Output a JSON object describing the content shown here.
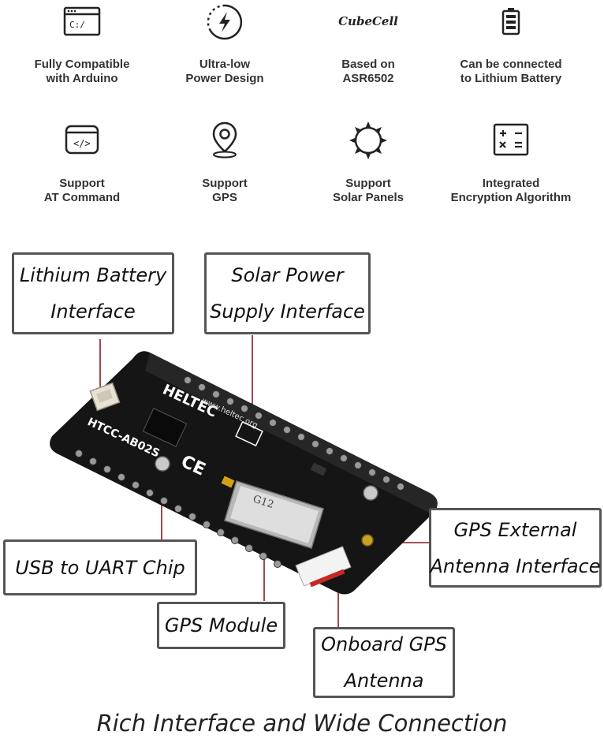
{
  "features": [
    {
      "icon": "terminal-window-icon",
      "icon_text": "C:/",
      "label": "Fully Compatible\nwith Arduino"
    },
    {
      "icon": "lightning-power-icon",
      "label": "Ultra-low\nPower Design"
    },
    {
      "icon": "cubecell-logo-icon",
      "logo_text": "CubeCell",
      "label": "Based on\nASR6502"
    },
    {
      "icon": "battery-icon",
      "label": "Can be connected\nto Lithium Battery"
    },
    {
      "icon": "code-window-icon",
      "icon_text": "</>",
      "label": "Support\nAT Command"
    },
    {
      "icon": "location-pin-icon",
      "label": "Support\nGPS"
    },
    {
      "icon": "sun-icon",
      "label": "Support\nSolar Panels"
    },
    {
      "icon": "calculator-icon",
      "label": "Integrated\nEncryption Algorithm"
    }
  ],
  "callouts": {
    "lithium_battery": {
      "line1": "Lithium Battery",
      "line2": "Interface"
    },
    "solar_power": {
      "line1": "Solar Power",
      "line2": "Supply Interface"
    },
    "usb_uart": {
      "line1": "USB to UART Chip"
    },
    "gps_module": {
      "line1": "GPS Module"
    },
    "gps_external": {
      "line1": "GPS External",
      "line2": "Antenna Interface"
    },
    "onboard_gps": {
      "line1": "Onboard GPS",
      "line2": "Antenna"
    }
  },
  "board": {
    "brand_text": "HELTEC",
    "url_text": "www.heltec.org",
    "model_text": "HTCC-AB02S",
    "module_text": "G12",
    "ce_text": "CE"
  },
  "caption": "Rich Interface and Wide Connection",
  "colors": {
    "leader_line": "#8b1a1a",
    "callout_border": "#555555",
    "board": "#151515"
  }
}
